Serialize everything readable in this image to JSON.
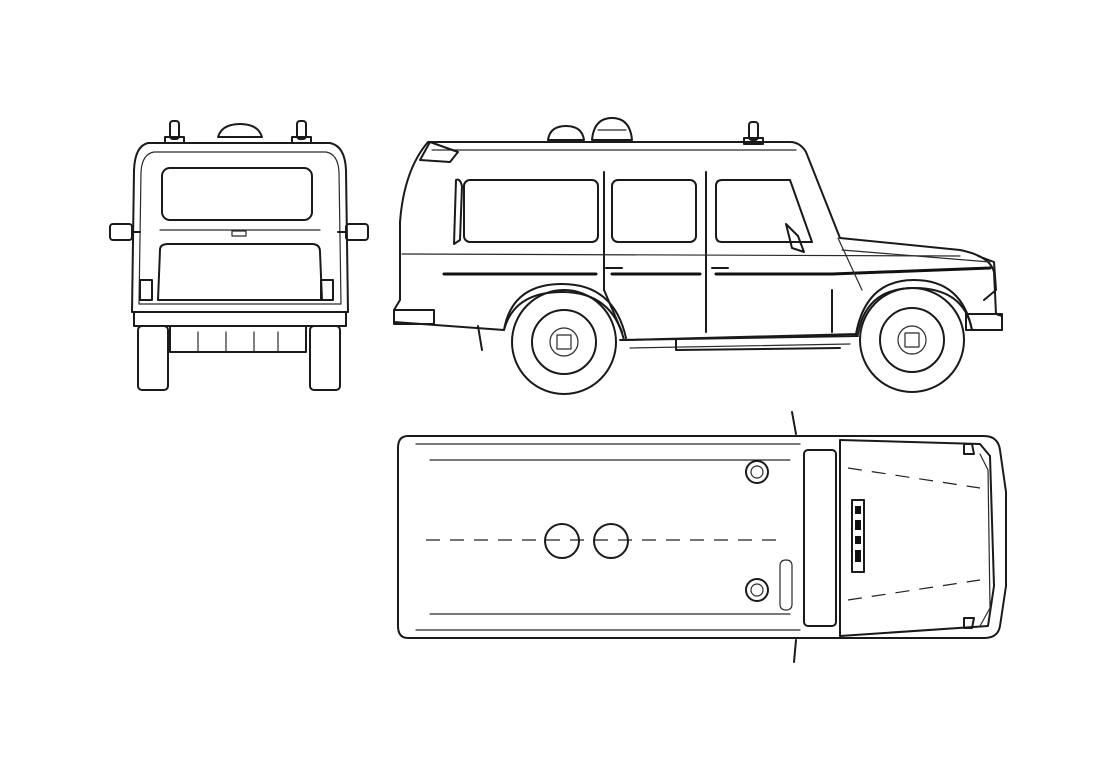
{
  "drawing": {
    "subject": "ambulance-offroad-vehicle",
    "views": [
      "rear",
      "side",
      "top"
    ],
    "colors": {
      "line": "#1a1a1a",
      "background": "#ffffff"
    }
  }
}
